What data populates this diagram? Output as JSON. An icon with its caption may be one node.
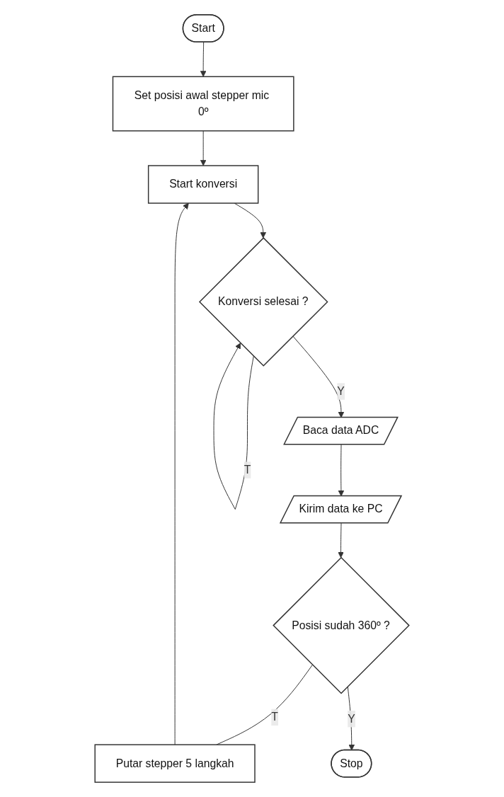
{
  "diagram": {
    "nodes": [
      {
        "text": [
          "Start"
        ]
      },
      {
        "text": [
          "Set posisi awal stepper mic 0º"
        ]
      },
      {
        "text": [
          "Start konversi"
        ]
      },
      {
        "text": [
          "Konversi selesai ?"
        ]
      },
      {
        "text": [
          "Baca data ADC"
        ]
      },
      {
        "text": [
          "Kirim data ke PC"
        ]
      },
      {
        "text": [
          "Posisi sudah 360º ?"
        ]
      },
      {
        "text": [
          "Putar stepper 5 langkah"
        ]
      },
      {
        "text": [
          "Stop"
        ]
      }
    ],
    "edges": [
      {
        "from": 0,
        "to": 1,
        "arrow": "to"
      },
      {
        "from": 1,
        "to": 2,
        "arrow": "to"
      },
      {
        "from": 2,
        "to": 3,
        "arrow": "to"
      },
      {
        "from": 3,
        "to": 3,
        "arrow": "to",
        "label": "T"
      },
      {
        "from": 3,
        "to": 4,
        "arrow": "to",
        "label": "Y"
      },
      {
        "from": 4,
        "to": 5,
        "arrow": "to"
      },
      {
        "from": 5,
        "to": 6,
        "arrow": "to"
      },
      {
        "from": 6,
        "to": 7,
        "arrow": "none",
        "label": "T"
      },
      {
        "from": 7,
        "to": 2,
        "arrow": "to"
      },
      {
        "from": 6,
        "to": 8,
        "arrow": "to",
        "label": "Y"
      }
    ]
  }
}
